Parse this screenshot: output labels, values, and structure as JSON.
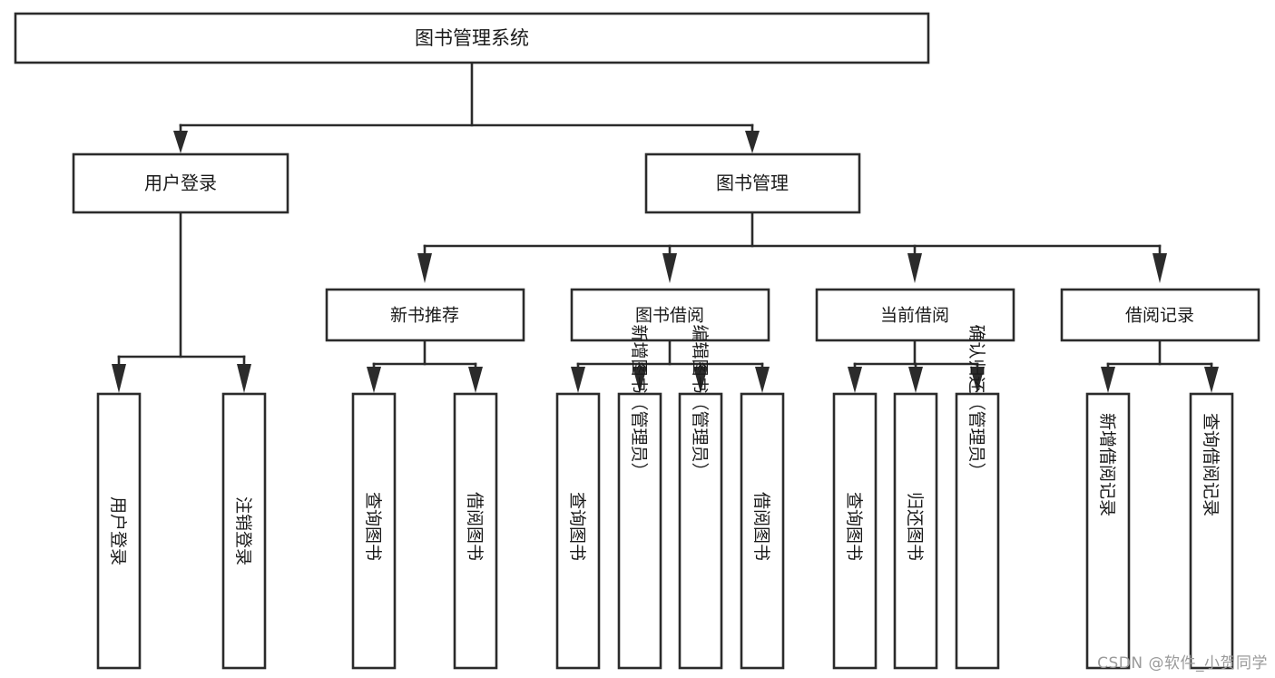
{
  "diagram": {
    "title": "图书管理系统",
    "type": "hierarchy-tree",
    "root": {
      "id": "root",
      "label": "图书管理系统"
    },
    "level1": [
      {
        "id": "user-login",
        "label": "用户登录"
      },
      {
        "id": "book-management",
        "label": "图书管理"
      }
    ],
    "level2": [
      {
        "id": "new-book-recommend",
        "label": "新书推荐",
        "parent": "book-management"
      },
      {
        "id": "book-borrow",
        "label": "图书借阅",
        "parent": "book-management"
      },
      {
        "id": "current-borrow",
        "label": "当前借阅",
        "parent": "book-management"
      },
      {
        "id": "borrow-record",
        "label": "借阅记录",
        "parent": "book-management"
      }
    ],
    "leaves": [
      {
        "id": "leaf-user-login",
        "label": "用户登录",
        "parent": "user-login"
      },
      {
        "id": "leaf-logout",
        "label": "注销登录",
        "parent": "user-login"
      },
      {
        "id": "leaf-query-book-1",
        "label": "查询图书",
        "parent": "new-book-recommend"
      },
      {
        "id": "leaf-borrow-book-1",
        "label": "借阅图书",
        "parent": "new-book-recommend"
      },
      {
        "id": "leaf-query-book-2",
        "label": "查询图书",
        "parent": "book-borrow"
      },
      {
        "id": "leaf-add-book",
        "label": "新增图书（管理员）",
        "parent": "book-borrow"
      },
      {
        "id": "leaf-edit-book",
        "label": "编辑图书（管理员）",
        "parent": "book-borrow"
      },
      {
        "id": "leaf-borrow-book-2",
        "label": "借阅图书",
        "parent": "book-borrow"
      },
      {
        "id": "leaf-query-book-3",
        "label": "查询图书",
        "parent": "current-borrow"
      },
      {
        "id": "leaf-return-book",
        "label": "归还图书",
        "parent": "current-borrow"
      },
      {
        "id": "leaf-confirm-return",
        "label": "确认归还（管理员）",
        "parent": "current-borrow"
      },
      {
        "id": "leaf-add-record",
        "label": "新增借阅记录",
        "parent": "borrow-record"
      },
      {
        "id": "leaf-query-record",
        "label": "查询借阅记录",
        "parent": "borrow-record"
      }
    ]
  },
  "watermark": {
    "text": "CSDN @软件_小贺同学"
  },
  "colors": {
    "stroke": "#2b2b2b",
    "fill": "#ffffff",
    "text": "#1a1a1a",
    "watermark": "#9a9a9a"
  }
}
